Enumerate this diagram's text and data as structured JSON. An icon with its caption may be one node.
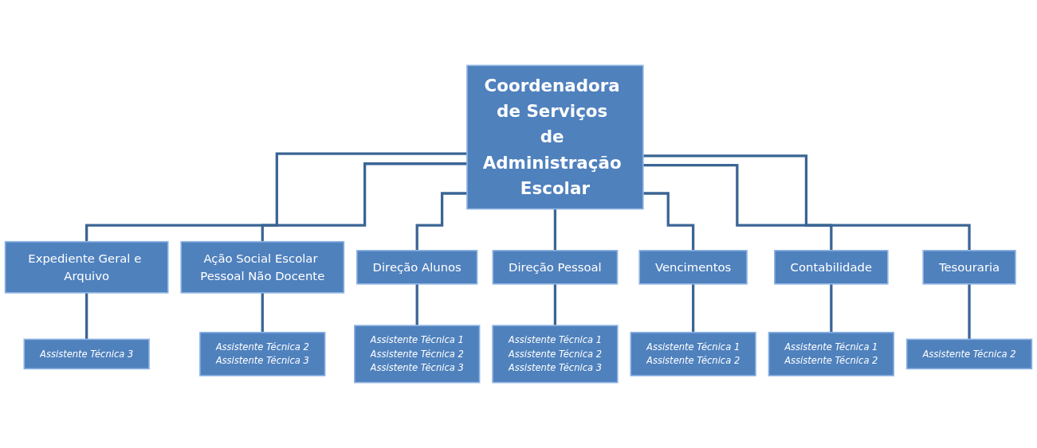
{
  "diagram": {
    "nodes": [
      {
        "text": [
          "Coordenadora de Serviços de Administração Escolar"
        ]
      },
      {
        "text": [
          "Expediente Geral e Arquivo"
        ]
      },
      {
        "text": [
          "Ação Social Escolar Pessoal Não Docente"
        ]
      },
      {
        "text": [
          "Direção Alunos"
        ]
      },
      {
        "text": [
          "Direção Pessoal"
        ]
      },
      {
        "text": [
          "Vencimentos"
        ]
      },
      {
        "text": [
          "Contabilidade"
        ]
      },
      {
        "text": [
          "Tesouraria"
        ]
      },
      {
        "text": [
          "Assistente Técnica 3"
        ]
      },
      {
        "text": [
          "Assistente Técnica 2",
          "Assistente Técnica 3"
        ]
      },
      {
        "text": [
          "Assistente Técnica 1",
          "Assistente Técnica 2",
          "Assistente Técnica 3"
        ]
      },
      {
        "text": [
          "Assistente Técnica 1",
          "Assistente Técnica 2",
          "Assistente Técnica 3"
        ]
      },
      {
        "text": [
          "Assistente Técnica 1",
          "Assistente Técnica 2"
        ]
      },
      {
        "text": [
          "Assistente Técnica 1",
          "Assistente Técnica 2"
        ]
      },
      {
        "text": [
          "Assistente Técnica 2"
        ]
      }
    ],
    "edges": [
      {
        "from": 0,
        "to": 1,
        "arrow": "none"
      },
      {
        "from": 0,
        "to": 2,
        "arrow": "none"
      },
      {
        "from": 0,
        "to": 3,
        "arrow": "none"
      },
      {
        "from": 0,
        "to": 4,
        "arrow": "none"
      },
      {
        "from": 0,
        "to": 5,
        "arrow": "none"
      },
      {
        "from": 0,
        "to": 6,
        "arrow": "none"
      },
      {
        "from": 0,
        "to": 7,
        "arrow": "none"
      },
      {
        "from": 1,
        "to": 8,
        "arrow": "none"
      },
      {
        "from": 2,
        "to": 9,
        "arrow": "none"
      },
      {
        "from": 3,
        "to": 10,
        "arrow": "none"
      },
      {
        "from": 4,
        "to": 11,
        "arrow": "none"
      },
      {
        "from": 5,
        "to": 12,
        "arrow": "none"
      },
      {
        "from": 6,
        "to": 13,
        "arrow": "none"
      },
      {
        "from": 7,
        "to": 14,
        "arrow": "none"
      }
    ]
  }
}
